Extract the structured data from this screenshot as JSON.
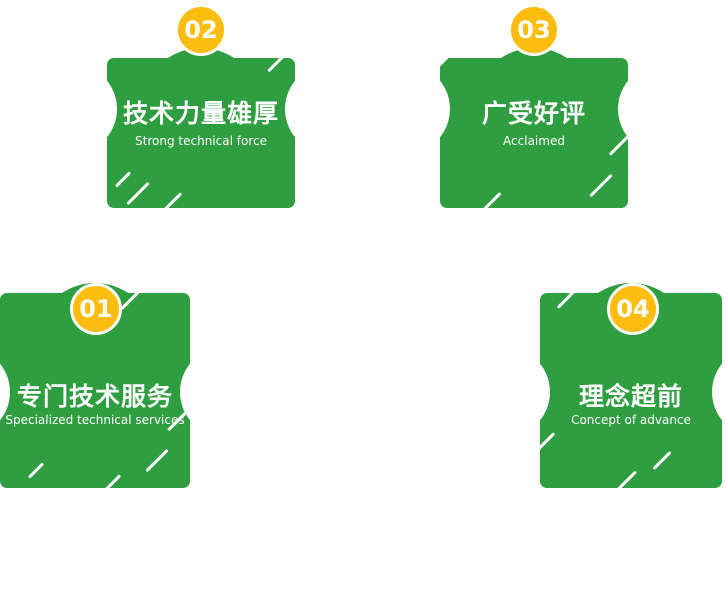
{
  "colors": {
    "background": "#ffffff",
    "green": "#2f9e41",
    "gold": "#fdbd10",
    "badge_text": "#ffffff",
    "card_text": "#ffffff",
    "sparkle": "#ffffff"
  },
  "cards": [
    {
      "number": "02",
      "title": "技术力量雄厚",
      "subtitle": "Strong technical force"
    },
    {
      "number": "03",
      "title": "广受好评",
      "subtitle": "Acclaimed"
    },
    {
      "number": "01",
      "title": "专门技术服务",
      "subtitle": "Specialized technical services"
    },
    {
      "number": "04",
      "title": "理念超前",
      "subtitle": "Concept of advance"
    }
  ]
}
